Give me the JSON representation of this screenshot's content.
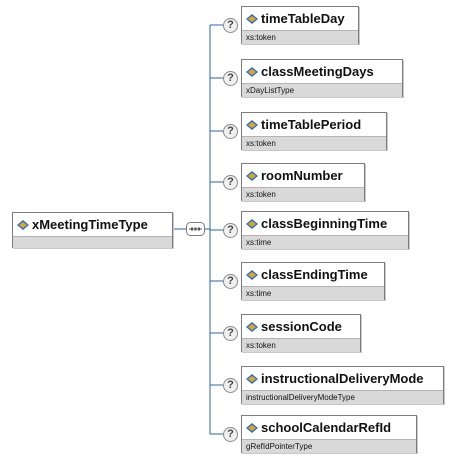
{
  "root": {
    "name": "xMeetingTimeType",
    "icon": "element-icon"
  },
  "occurrence_marker": "?",
  "children": [
    {
      "name": "timeTableDay",
      "type": "xs:token",
      "optional": true,
      "icon": "element-icon"
    },
    {
      "name": "classMeetingDays",
      "type": "xDayListType",
      "optional": true,
      "icon": "element-icon"
    },
    {
      "name": "timeTablePeriod",
      "type": "xs:token",
      "optional": true,
      "icon": "element-icon"
    },
    {
      "name": "roomNumber",
      "type": "xs:token",
      "optional": true,
      "icon": "element-icon"
    },
    {
      "name": "classBeginningTime",
      "type": "xs:time",
      "optional": true,
      "icon": "element-icon"
    },
    {
      "name": "classEndingTime",
      "type": "xs:time",
      "optional": true,
      "icon": "element-icon"
    },
    {
      "name": "sessionCode",
      "type": "xs:token",
      "optional": true,
      "icon": "element-icon"
    },
    {
      "name": "instructionalDeliveryMode",
      "type": "instructionalDeliveryModeType",
      "optional": true,
      "icon": "element-icon"
    },
    {
      "name": "schoolCalendarRefId",
      "type": "gRefIdPointerType",
      "optional": true,
      "icon": "element-icon"
    }
  ],
  "colors": {
    "connector": "#2a65a8",
    "icon_blue": "#2f6fd0",
    "icon_gold": "#e0a81c"
  }
}
